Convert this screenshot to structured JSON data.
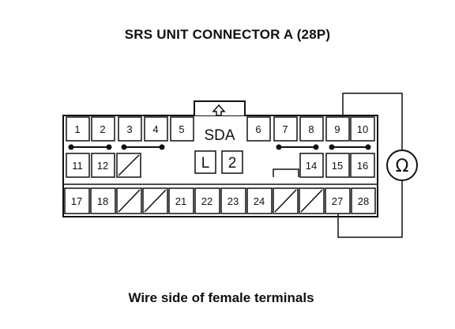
{
  "title": "SRS UNIT CONNECTOR A (28P)",
  "caption": "Wire side of female terminals",
  "connector": {
    "label": "SDA",
    "lock_marks": [
      "L",
      "2"
    ],
    "row1": [
      "1",
      "2",
      "3",
      "4",
      "5",
      "6",
      "7",
      "8",
      "9",
      "10"
    ],
    "row2": [
      "11",
      "12",
      "14",
      "15",
      "16"
    ],
    "row3": [
      "17",
      "18",
      "21",
      "22",
      "23",
      "24",
      "27",
      "28"
    ]
  },
  "meter_icon": "ohm-meter-icon",
  "meter_symbol": "Ω"
}
